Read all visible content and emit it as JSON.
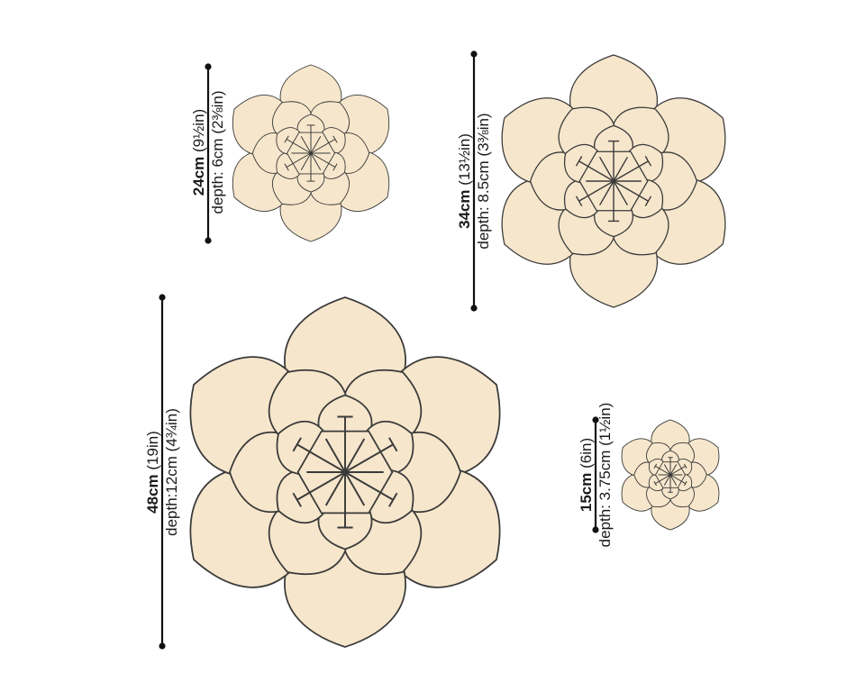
{
  "colors": {
    "petal_fill": "#f6e6cb",
    "outline": "#3a3a3a",
    "measure_line": "#111111",
    "text": "#1a1a1a"
  },
  "flowers": [
    {
      "id": "flower-24cm",
      "size_cm": "24cm",
      "size_in": "(9½in)",
      "depth": "depth: 6cm (2⅜in)"
    },
    {
      "id": "flower-34cm",
      "size_cm": "34cm",
      "size_in": "(13½in)",
      "depth": "depth: 8.5cm (3⅜in)"
    },
    {
      "id": "flower-48cm",
      "size_cm": "48cm",
      "size_in": "(19in)",
      "depth": "depth:12cm (4¾in)"
    },
    {
      "id": "flower-15cm",
      "size_cm": "15cm",
      "size_in": "(6in)",
      "depth": "depth: 3.75cm (1½in)"
    }
  ]
}
